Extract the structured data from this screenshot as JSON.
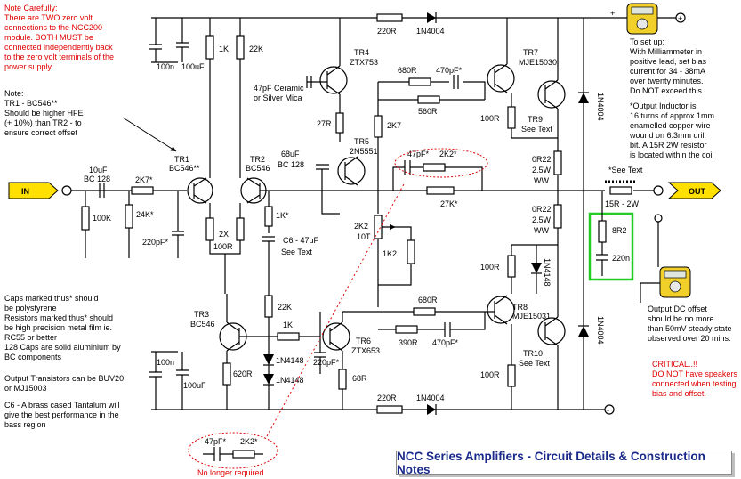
{
  "diagram_title": "NCC Series Amplifiers - Circuit Details & Construction Notes",
  "notes": {
    "top_left_red": [
      "Note Carefully:",
      "There are TWO zero volt",
      "connections to the NCC200",
      "module.  BOTH MUST be",
      "connected independently back",
      "to the zero volt terminals of the",
      "power supply"
    ],
    "tr_note": [
      "Note:",
      "TR1 - BC546**",
      "Should be higher HFE",
      "(+ 10%) than TR2 - to",
      "ensure correct offset"
    ],
    "caps_note": [
      "Caps marked thus* should",
      "be polystyrene",
      "Resistors marked thus* should",
      "be high precision metal film ie.",
      "RC55 or better",
      "128 Caps are solid aluminium by",
      "BC components"
    ],
    "output_tr_note": [
      "Output Transistors can be BUV20",
      "or MJ15003"
    ],
    "c6_note": [
      "C6 - A brass cased Tantalum will",
      "give the best performance in the",
      "bass region"
    ],
    "setup_note": [
      "To set up:",
      "With Milliammeter in",
      "positive lead, set bias",
      "current for 34 - 38mA",
      "over twenty minutes.",
      "Do NOT exceed this."
    ],
    "inductor_note": [
      "*Output Inductor is",
      "16 turns of approx 1mm",
      "enamelled copper wire",
      "wound on 6.3mm drill",
      "bit.  A 15R 2W resistor",
      "is located within the coil"
    ],
    "offset_note": [
      "Output DC offset",
      "should be no more",
      "than 50mV steady state",
      "observed over 20 mins."
    ],
    "critical_note": [
      "CRITICAL..!!",
      "DO NOT have speakers",
      "connected when testing",
      "bias and offset."
    ]
  },
  "terminals": {
    "in": "IN",
    "out": "OUT",
    "plus": "+",
    "minus": "-"
  },
  "labels": {
    "r_220r_top": "220R",
    "d_1n4004_top": "1N4004",
    "c_100n_top": "100n",
    "c_100uf_top": "100uF",
    "r_1k": "1K",
    "r_22k_top": "22K",
    "tr4": "TR4",
    "tr4_type": "ZTX753",
    "c_47pf_ceramic": "47pF Ceramic",
    "c_47pf_mica": "or Silver Mica",
    "r_680r_top": "680R",
    "c_470pf_top": "470pF*",
    "r_560r": "560R",
    "tr7": "TR7",
    "tr7_type": "MJE15030",
    "r_100r_tr9": "100R",
    "tr9": "TR9",
    "tr9_see": "See Text",
    "d_1n4004_right_top": "1N4004",
    "r_27r": "27R",
    "r_2k7": "2K7",
    "tr5": "TR5",
    "tr5_type": "2N5551",
    "c_68uf": "68uF",
    "c_68uf_type": "BC 128",
    "c_47pf_mid": "47pF*",
    "r_2k2_mid": "2K2*",
    "r_27k": "27K*",
    "r_0r22_top": "0R22",
    "r_0r22_top_w": "2.5W",
    "r_0r22_top_ww": "WW",
    "see_text_ind": "*See Text",
    "r_15r": "15R - 2W",
    "c_10uf": "10uF",
    "c_10uf_type": "BC 128",
    "r_2k7_in": "2K7*",
    "tr1": "TR1",
    "tr1_type": "BC546**",
    "tr2": "TR2",
    "tr2_type": "BC546",
    "r_100k": "100K",
    "r_24k": "24K*",
    "c_220pf_in": "220pF*",
    "r_2x": "2X",
    "r_100r_pair": "100R",
    "r_1k_star": "1K*",
    "c6": "C6 - 47uF",
    "c6_see": "See Text",
    "p_2k2": "2K2",
    "p_10t": "10T",
    "r_1k2": "1K2",
    "r_0r22_bot": "0R22",
    "r_0r22_bot_w": "2.5W",
    "r_0r22_bot_ww": "WW",
    "r_8r2": "8R2",
    "c_220n": "220n",
    "r_22k_mid": "22K",
    "r_100r_tr8": "100R",
    "d_1n4148_right": "1N4148",
    "tr8": "TR8",
    "tr8_type": "MJE15031",
    "r_680r_bot": "680R",
    "r_390r": "390R",
    "c_470pf_bot": "470pF*",
    "tr3": "TR3",
    "tr3_type": "BC546",
    "r_1k_bot": "1K",
    "d_1n4148_a": "1N4148",
    "d_1n4148_b": "1N4148",
    "c_220pf_bot": "220pF*",
    "tr6": "TR6",
    "tr6_type": "ZTX653",
    "r_620r": "620R",
    "r_68r": "68R",
    "tr10": "TR10",
    "tr10_see": "See Text",
    "r_100r_tr10": "100R",
    "d_1n4004_right_bot": "1N4004",
    "c_100n_bot": "100n",
    "c_100uf_bot": "100uF",
    "r_220r_bot": "220R",
    "d_1n4004_bot": "1N4004",
    "c_47pf_old": "47pF*",
    "r_2k2_old": "2K2*",
    "no_longer": "No longer required"
  },
  "colors": {
    "note_red": "#e00000",
    "title_blue": "#1a2a8a",
    "highlight_green": "#22cc22",
    "meter_yellow": "#f2d02a",
    "tag_yellow": "#ffe000"
  }
}
